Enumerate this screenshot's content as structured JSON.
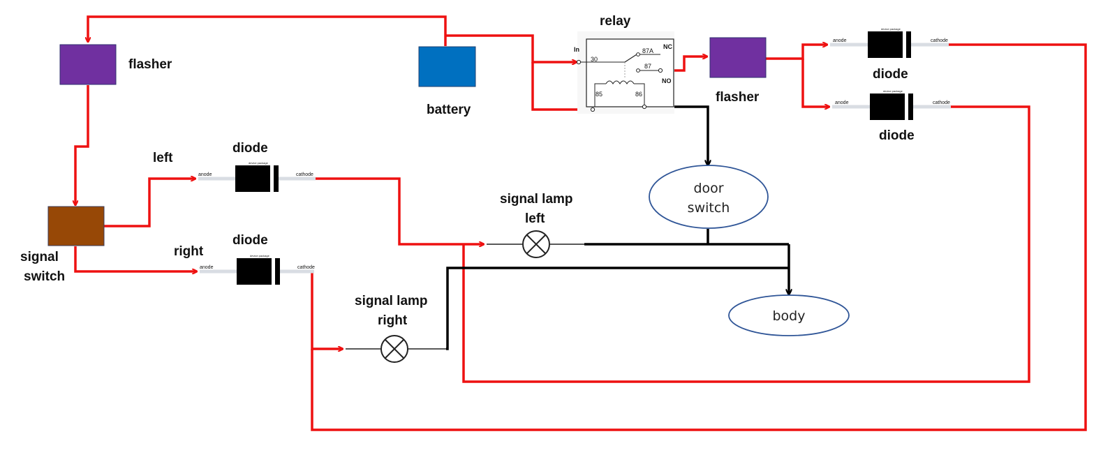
{
  "colors": {
    "wire_power": "#ee1111",
    "wire_ground": "#000000",
    "flasher": "#7030a0",
    "battery": "#0070c0",
    "signal_switch": "#974806",
    "diode_body": "#000000",
    "oval_stroke": "#2f5597"
  },
  "labels": {
    "flasher_left": "flasher",
    "battery": "battery",
    "relay": "relay",
    "flasher_right": "flasher",
    "diode_top_right": "diode",
    "diode_mid_right": "diode",
    "left": "left",
    "diode_left": "diode",
    "right": "right",
    "diode_right": "diode",
    "signal_switch_line1": "signal",
    "signal_switch_line2": "switch",
    "lamp_left_line1": "signal lamp",
    "lamp_left_line2": "left",
    "lamp_right_line1": "signal lamp",
    "lamp_right_line2": "right",
    "door_switch_line1": "door",
    "door_switch_line2": "switch",
    "body": "body"
  },
  "diode_text": {
    "anode": "anode",
    "cathode": "cathode",
    "package": "device package"
  },
  "relay_pins": {
    "in": "In",
    "p30": "30",
    "p87a": "87A",
    "nc": "NC",
    "p87": "87",
    "no": "NO",
    "p85": "85",
    "p86": "86"
  }
}
